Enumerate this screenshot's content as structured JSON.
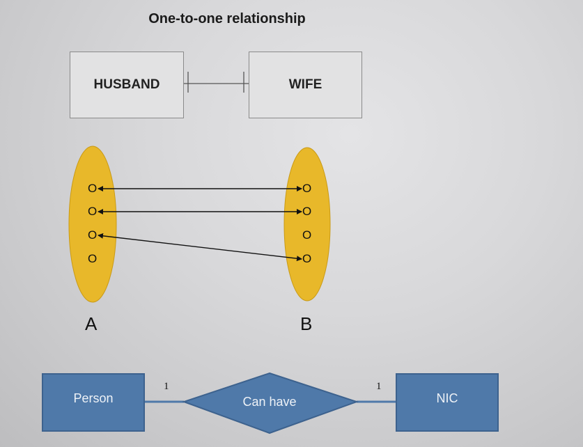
{
  "title": "One-to-one relationship",
  "top_entities": {
    "left": "HUSBAND",
    "right": "WIFE"
  },
  "sets": {
    "left_label": "A",
    "right_label": "B",
    "left_elements": [
      "O",
      "O",
      "O",
      "O"
    ],
    "right_elements": [
      "O",
      "O",
      "O",
      "O"
    ],
    "mappings": [
      {
        "from": 1,
        "to": 1
      },
      {
        "from": 2,
        "to": 2
      },
      {
        "from": 3,
        "to": 4
      }
    ],
    "ellipse_color": "#e8b82a"
  },
  "er": {
    "left_entity": "Person",
    "relationship": "Can have",
    "right_entity": "NIC",
    "left_cardinality": "1",
    "right_cardinality": "1",
    "fill_color": "#4f79a9"
  }
}
